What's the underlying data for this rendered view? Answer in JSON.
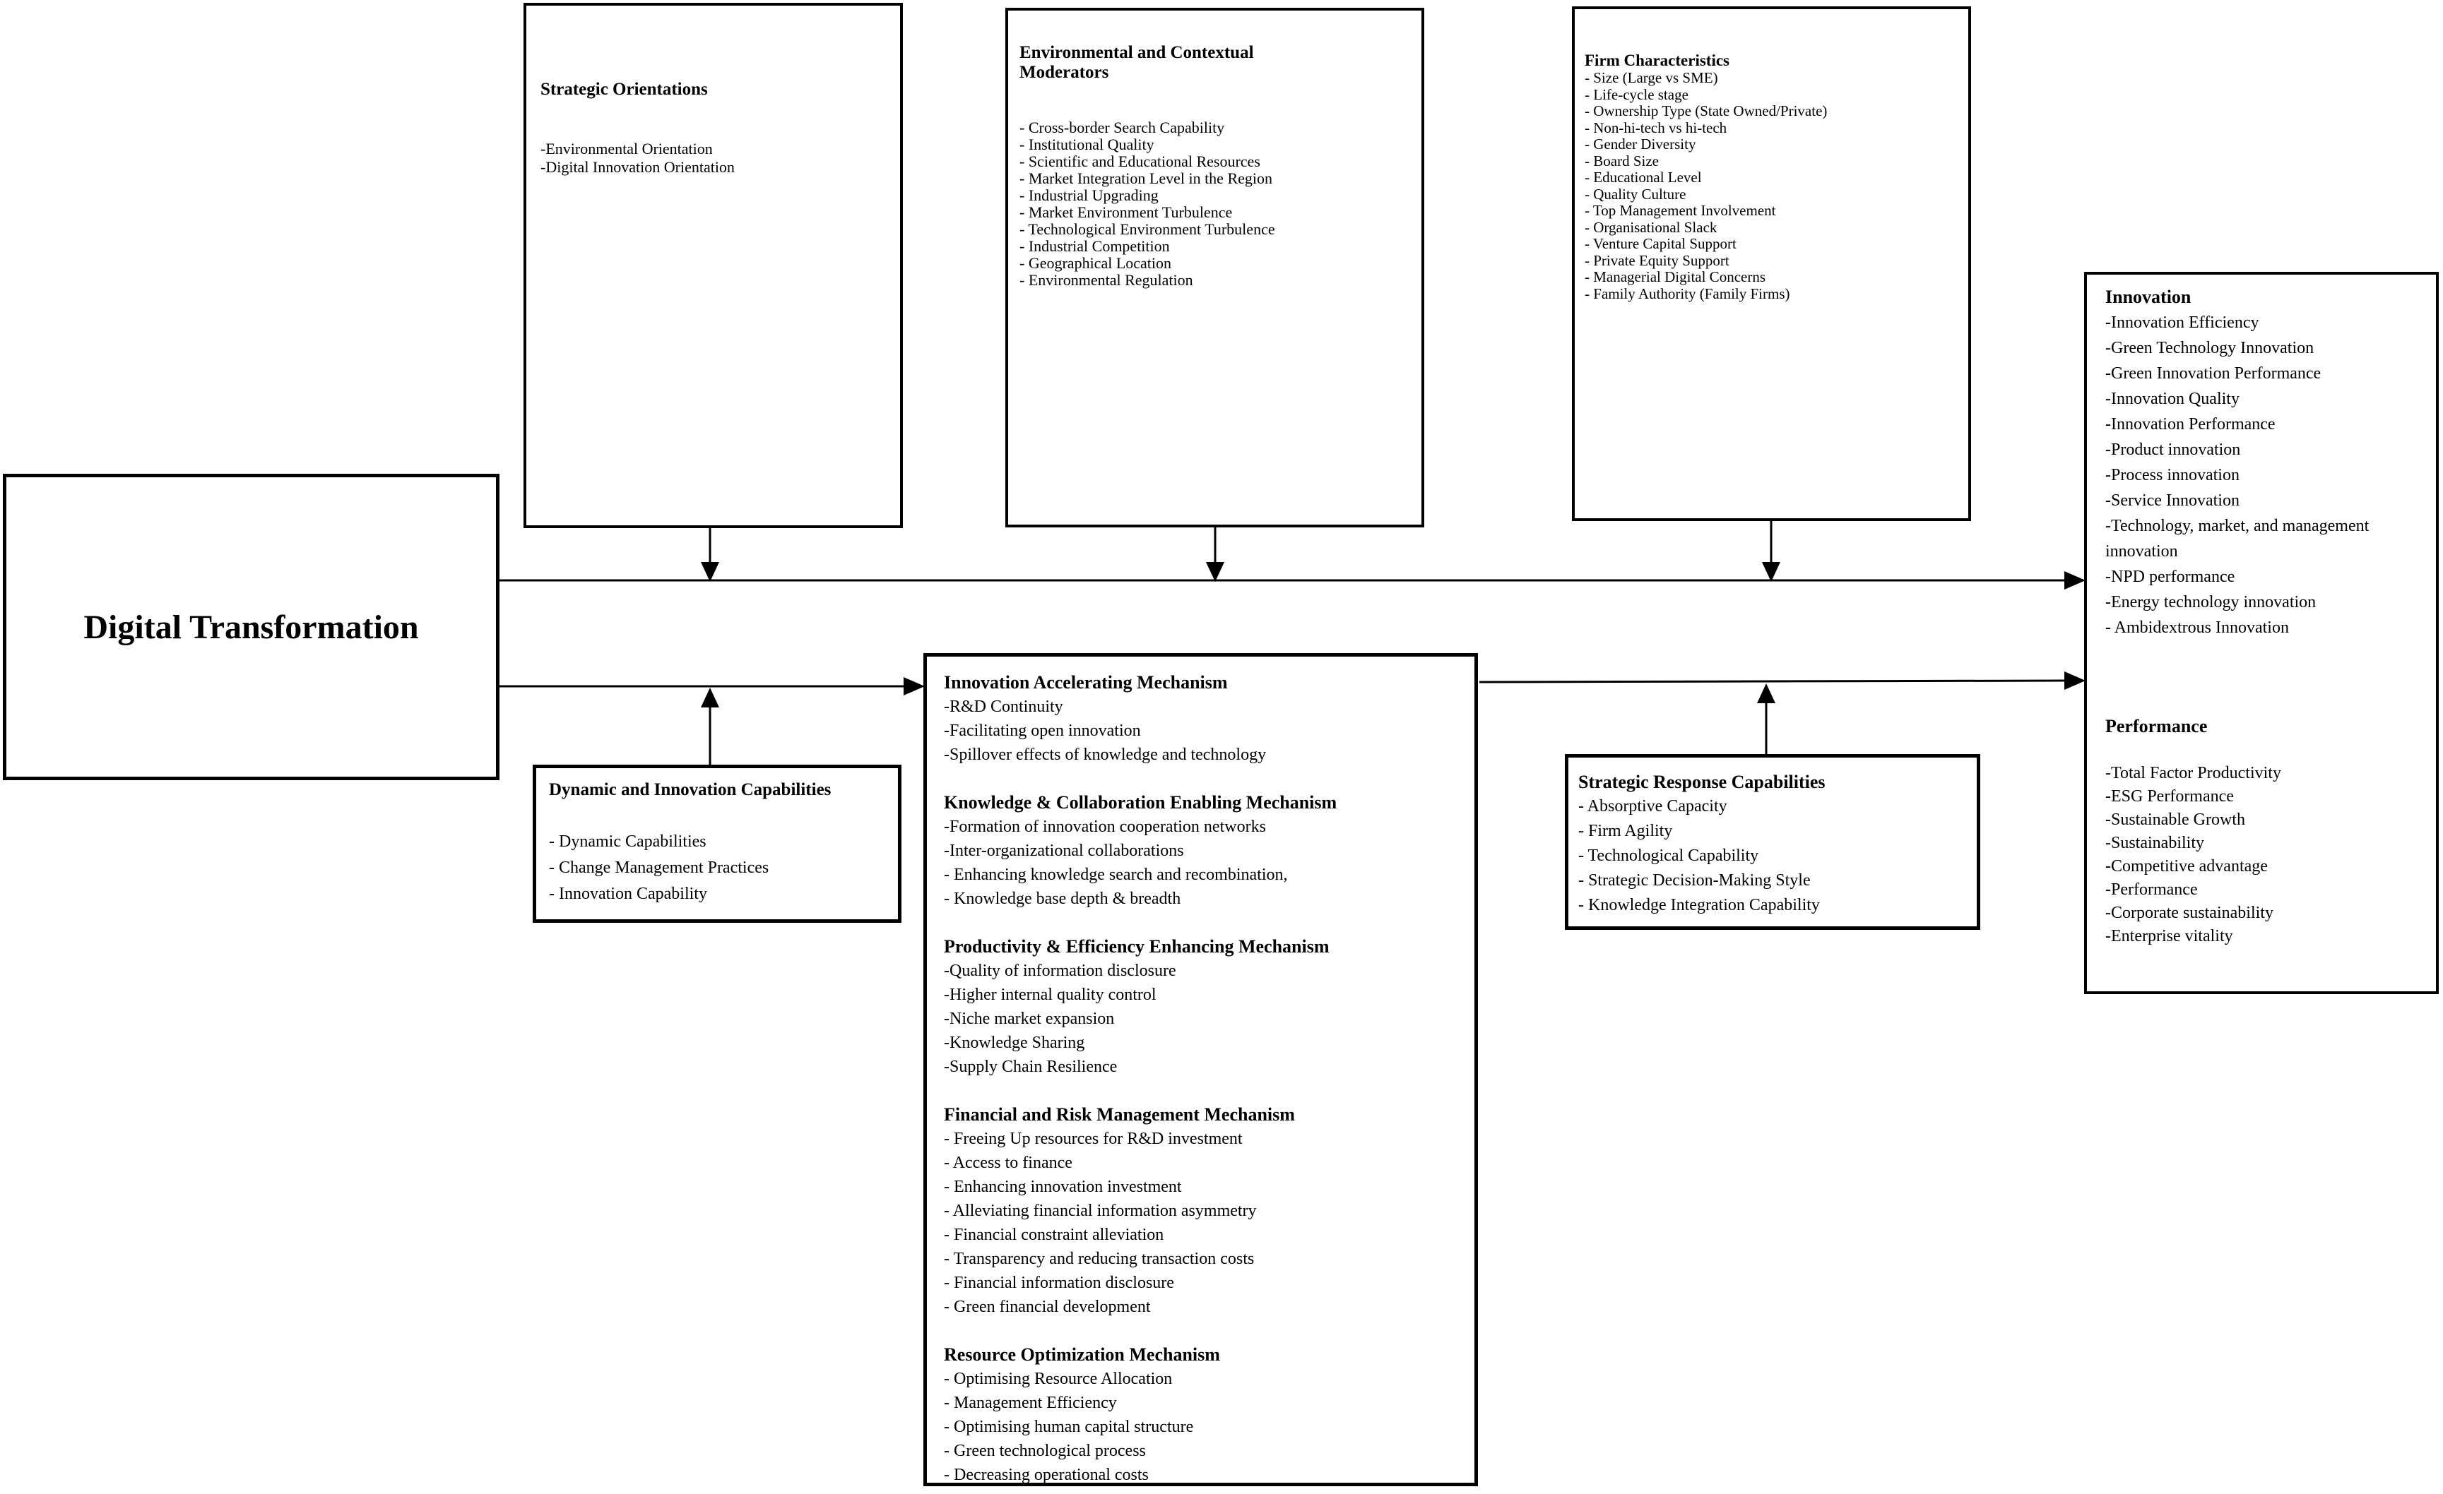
{
  "diagram": {
    "background_color": "#ffffff",
    "line_color": "#000000",
    "source_box": {
      "title": "Digital Transformation"
    },
    "strategic_orientations": {
      "title": "Strategic Orientations",
      "items": [
        "-Environmental Orientation",
        "-Digital Innovation Orientation"
      ]
    },
    "environmental_contextual_moderators": {
      "title": "Environmental and Contextual Moderators",
      "items": [
        "- Cross-border Search Capability",
        "- Institutional Quality",
        "- Scientific and Educational Resources",
        "- Market Integration Level in the Region",
        "- Industrial Upgrading",
        "- Market Environment Turbulence",
        "- Technological Environment Turbulence",
        "- Industrial Competition",
        "- Geographical Location",
        "- Environmental Regulation"
      ]
    },
    "firm_characteristics": {
      "title": "Firm Characteristics",
      "items": [
        "- Size (Large vs SME)",
        "- Life-cycle stage",
        "- Ownership Type (State Owned/Private)",
        "- Non-hi-tech vs hi-tech",
        "- Gender Diversity",
        "- Board Size",
        "- Educational Level",
        "- Quality Culture",
        "- Top Management Involvement",
        "- Organisational Slack",
        "- Venture Capital Support",
        "- Private Equity Support",
        "- Managerial Digital Concerns",
        "- Family Authority (Family Firms)"
      ]
    },
    "outcomes": {
      "innovation": {
        "title": "Innovation",
        "items": [
          "-Innovation Efficiency",
          "-Green Technology Innovation",
          "-Green Innovation Performance",
          "-Innovation Quality",
          "-Innovation Performance",
          "-Product innovation",
          "-Process innovation",
          "-Service Innovation",
          "-Technology, market, and management innovation",
          "-NPD performance",
          "-Energy technology innovation",
          "- Ambidextrous Innovation"
        ]
      },
      "performance": {
        "title": "Performance",
        "items": [
          "-Total Factor Productivity",
          "-ESG Performance",
          "-Sustainable Growth",
          "-Sustainability",
          "-Competitive advantage",
          "-Performance",
          "-Corporate sustainability",
          "-Enterprise vitality"
        ]
      }
    },
    "mechanisms": {
      "sections": [
        {
          "title": "Innovation Accelerating Mechanism",
          "items": [
            "-R&D Continuity",
            "-Facilitating open innovation",
            "-Spillover effects of knowledge and technology"
          ]
        },
        {
          "title": "Knowledge & Collaboration Enabling Mechanism",
          "items": [
            "-Formation of innovation cooperation networks",
            "-Inter-organizational collaborations",
            "- Enhancing knowledge search and recombination,",
            "- Knowledge base depth & breadth"
          ]
        },
        {
          "title": "Productivity & Efficiency Enhancing Mechanism",
          "items": [
            "-Quality of information disclosure",
            "-Higher internal quality control",
            "-Niche market expansion",
            "-Knowledge Sharing",
            "-Supply Chain Resilience"
          ]
        },
        {
          "title": "Financial and Risk Management Mechanism",
          "items": [
            "- Freeing Up resources for R&D investment",
            "- Access to finance",
            "- Enhancing innovation investment",
            "- Alleviating financial information asymmetry",
            "- Financial constraint alleviation",
            "- Transparency and reducing transaction costs",
            "- Financial information disclosure",
            "- Green financial development"
          ]
        },
        {
          "title": "Resource Optimization Mechanism",
          "items": [
            "- Optimising Resource Allocation",
            "- Management Efficiency",
            "- Optimising human capital structure",
            "- Green technological process",
            "- Decreasing operational costs"
          ]
        }
      ]
    },
    "dynamic_innovation_capabilities": {
      "title": "Dynamic and Innovation Capabilities",
      "items": [
        "- Dynamic Capabilities",
        "- Change Management Practices",
        "- Innovation Capability"
      ]
    },
    "strategic_response_capabilities": {
      "title": "Strategic Response Capabilities",
      "items": [
        "- Absorptive Capacity",
        "- Firm Agility",
        "- Technological Capability",
        "- Strategic Decision-Making Style",
        "- Knowledge Integration Capability"
      ]
    }
  }
}
